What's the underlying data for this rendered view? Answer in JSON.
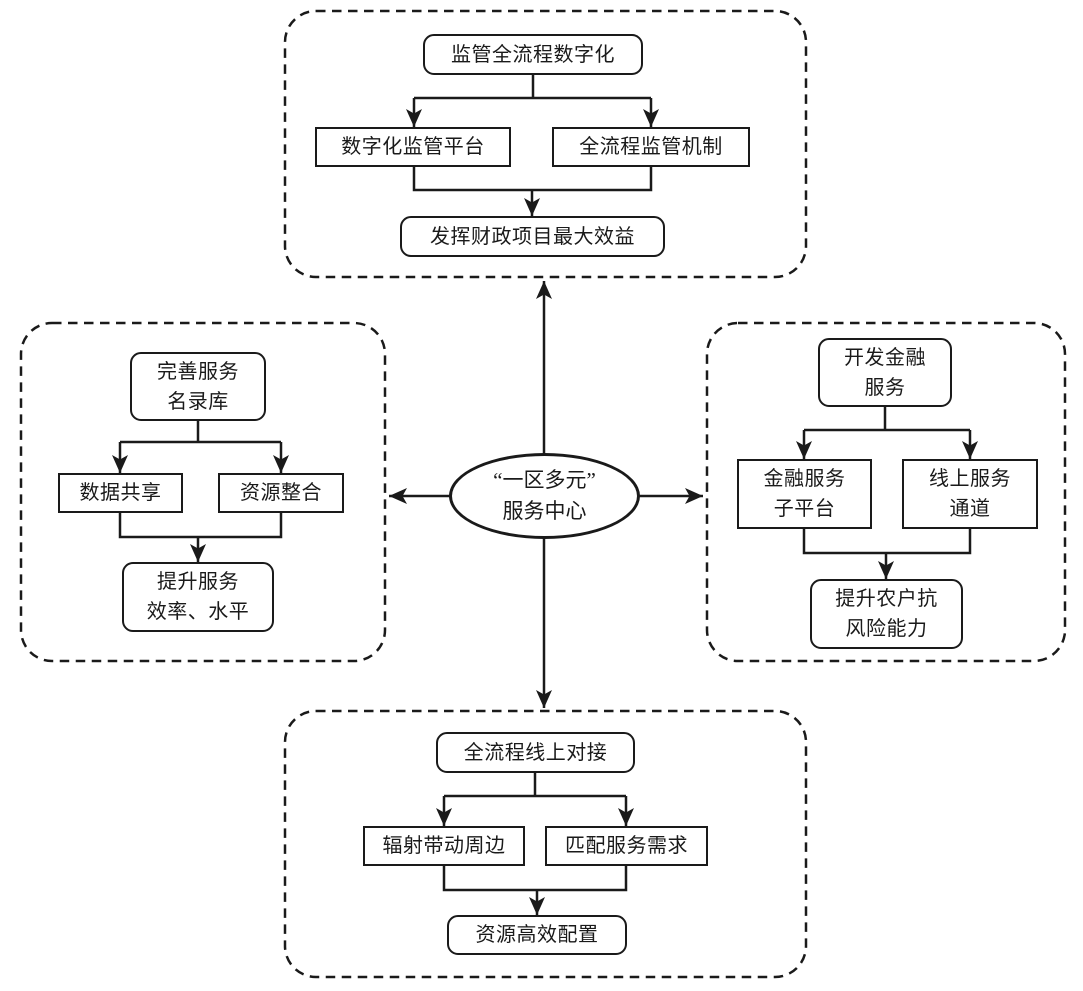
{
  "center": {
    "label": "“一区多元”\n服务中心"
  },
  "panels": {
    "top": {
      "source": "监管全流程数字化",
      "branch_left": "数字化监管平台",
      "branch_right": "全流程监管机制",
      "outcome": "发挥财政项目最大效益"
    },
    "left": {
      "source": "完善服务\n名录库",
      "branch_left": "数据共享",
      "branch_right": "资源整合",
      "outcome": "提升服务\n效率、水平"
    },
    "right": {
      "source": "开发金融\n服务",
      "branch_left": "金融服务\n子平台",
      "branch_right": "线上服务\n通道",
      "outcome": "提升农户抗\n风险能力"
    },
    "bottom": {
      "source": "全流程线上对接",
      "branch_left": "辐射带动周边",
      "branch_right": "匹配服务需求",
      "outcome": "资源高效配置"
    }
  },
  "colors": {
    "line": "#1a1a1a",
    "background": "#ffffff",
    "text": "#1a1a1a"
  }
}
